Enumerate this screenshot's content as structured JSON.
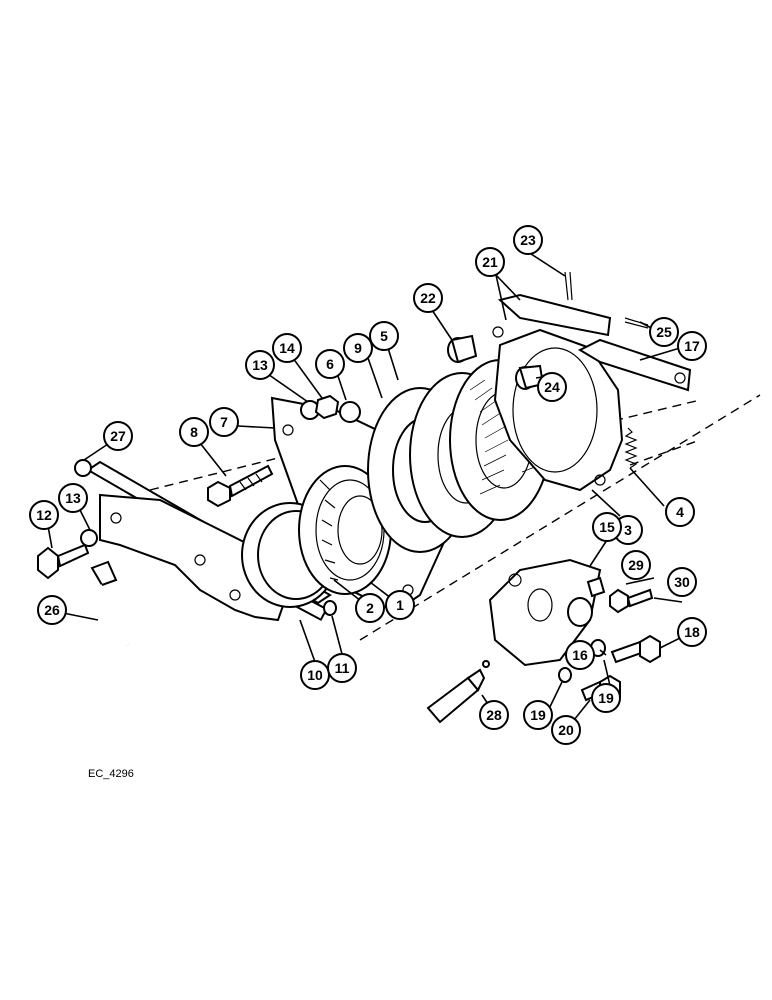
{
  "figure": {
    "reference_code": "EC_4296",
    "colors": {
      "ink": "#000000",
      "paper": "#ffffff"
    }
  },
  "callouts": [
    {
      "id": "1",
      "label": "1"
    },
    {
      "id": "2",
      "label": "2"
    },
    {
      "id": "3",
      "label": "3"
    },
    {
      "id": "4",
      "label": "4"
    },
    {
      "id": "5",
      "label": "5"
    },
    {
      "id": "6",
      "label": "6"
    },
    {
      "id": "7",
      "label": "7"
    },
    {
      "id": "8",
      "label": "8"
    },
    {
      "id": "9",
      "label": "9"
    },
    {
      "id": "10",
      "label": "10"
    },
    {
      "id": "11",
      "label": "11"
    },
    {
      "id": "12",
      "label": "12"
    },
    {
      "id": "13a",
      "label": "13"
    },
    {
      "id": "13b",
      "label": "13"
    },
    {
      "id": "14",
      "label": "14"
    },
    {
      "id": "15",
      "label": "15"
    },
    {
      "id": "16",
      "label": "16"
    },
    {
      "id": "17",
      "label": "17"
    },
    {
      "id": "18",
      "label": "18"
    },
    {
      "id": "19a",
      "label": "19"
    },
    {
      "id": "19b",
      "label": "19"
    },
    {
      "id": "20",
      "label": "20"
    },
    {
      "id": "21",
      "label": "21"
    },
    {
      "id": "22",
      "label": "22"
    },
    {
      "id": "23",
      "label": "23"
    },
    {
      "id": "24",
      "label": "24"
    },
    {
      "id": "25",
      "label": "25"
    },
    {
      "id": "26",
      "label": "26"
    },
    {
      "id": "27",
      "label": "27"
    },
    {
      "id": "28",
      "label": "28"
    },
    {
      "id": "29",
      "label": "29"
    },
    {
      "id": "30",
      "label": "30"
    }
  ]
}
